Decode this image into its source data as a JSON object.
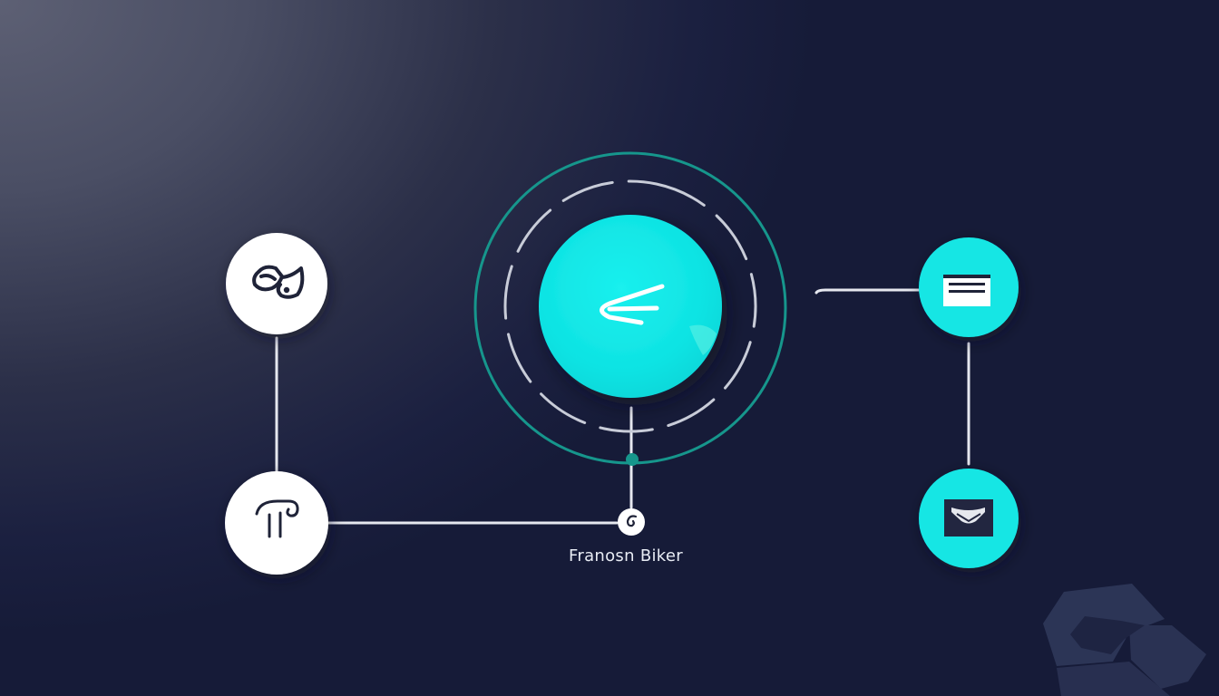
{
  "diagram": {
    "caption": "Franosn Biker",
    "colors": {
      "background_light": "#5d6074",
      "background_dark": "#161b38",
      "accent_cyan": "#13e6e4",
      "ring_teal": "#16968c",
      "node_white": "#ffffff",
      "icon_dark": "#1f2338",
      "line_white": "#e8eaf0",
      "decor_shape": "#2e3658"
    },
    "nodes": [
      {
        "id": "top-left",
        "shape": "circle",
        "fill": "white",
        "icon": "helmet-shield-icon"
      },
      {
        "id": "bottom-left",
        "shape": "circle",
        "fill": "white",
        "icon": "pi-column-icon"
      },
      {
        "id": "center",
        "shape": "circle",
        "fill": "cyan",
        "icon": "back-arrow-icon"
      },
      {
        "id": "junction",
        "shape": "small-circle",
        "fill": "white",
        "icon": "swirl-icon"
      },
      {
        "id": "top-right",
        "shape": "circle",
        "fill": "cyan",
        "icon": "document-lines-icon"
      },
      {
        "id": "bottom-right",
        "shape": "circle",
        "fill": "cyan",
        "icon": "inbox-tray-icon"
      }
    ],
    "edges": [
      {
        "from": "top-left",
        "to": "bottom-left"
      },
      {
        "from": "bottom-left",
        "to": "junction"
      },
      {
        "from": "junction",
        "to": "center"
      },
      {
        "from": "center",
        "to": "top-right"
      },
      {
        "from": "top-right",
        "to": "bottom-right"
      }
    ]
  }
}
